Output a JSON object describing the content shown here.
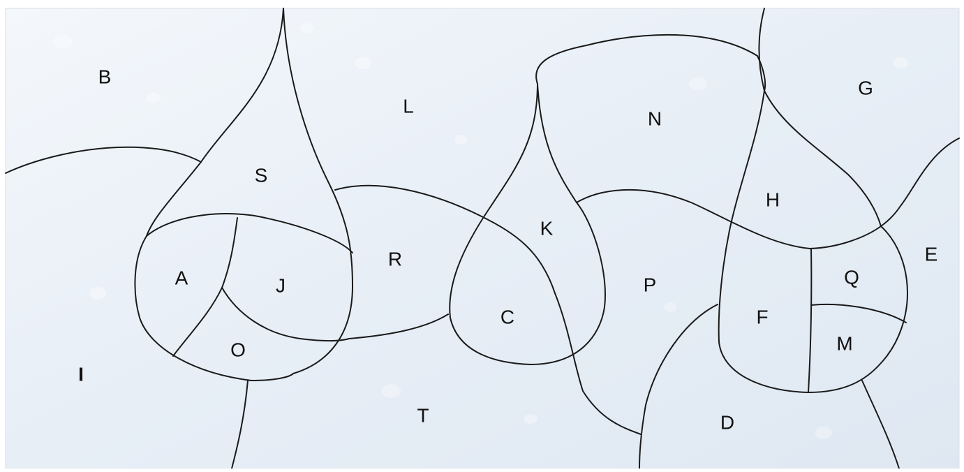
{
  "diagram": {
    "background_color": "#e9f0f7",
    "line_color": "#1a1a1a",
    "regions": [
      {
        "id": "region-a",
        "label": "A"
      },
      {
        "id": "region-b",
        "label": "B"
      },
      {
        "id": "region-c",
        "label": "C"
      },
      {
        "id": "region-d",
        "label": "D"
      },
      {
        "id": "region-e",
        "label": "E"
      },
      {
        "id": "region-f",
        "label": "F"
      },
      {
        "id": "region-g",
        "label": "G"
      },
      {
        "id": "region-h",
        "label": "H"
      },
      {
        "id": "region-i",
        "label": "I"
      },
      {
        "id": "region-j",
        "label": "J"
      },
      {
        "id": "region-k",
        "label": "K"
      },
      {
        "id": "region-l",
        "label": "L"
      },
      {
        "id": "region-m",
        "label": "M"
      },
      {
        "id": "region-n",
        "label": "N"
      },
      {
        "id": "region-o",
        "label": "O"
      },
      {
        "id": "region-p",
        "label": "P"
      },
      {
        "id": "region-q",
        "label": "Q"
      },
      {
        "id": "region-r",
        "label": "R"
      },
      {
        "id": "region-s",
        "label": "S"
      },
      {
        "id": "region-t",
        "label": "T"
      }
    ]
  }
}
